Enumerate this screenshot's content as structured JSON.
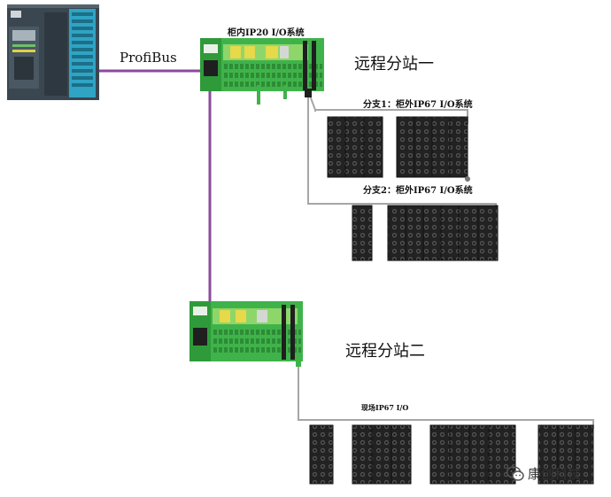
{
  "labels": {
    "bus": "ProfiBus",
    "remote1_title": "柜内IP20 I/O系统",
    "station1": "远程分站一",
    "branch1": "分支1：柜外IP67 I/O系统",
    "branch2": "分支2：柜外IP67 I/O系统",
    "station2": "远程分站二",
    "field": "现场IP67 I/O",
    "watermark": "康创科技"
  },
  "colors": {
    "bus_line": "#8b4a9e",
    "plc_body": "#3a4650",
    "plc_io_panel": "#2fa4c4",
    "terminal_green": "#3fb34a",
    "module_black": "#1e1e1e",
    "cable_gray": "#a6a6a6"
  },
  "icons": {
    "watermark": "wechat-icon"
  }
}
